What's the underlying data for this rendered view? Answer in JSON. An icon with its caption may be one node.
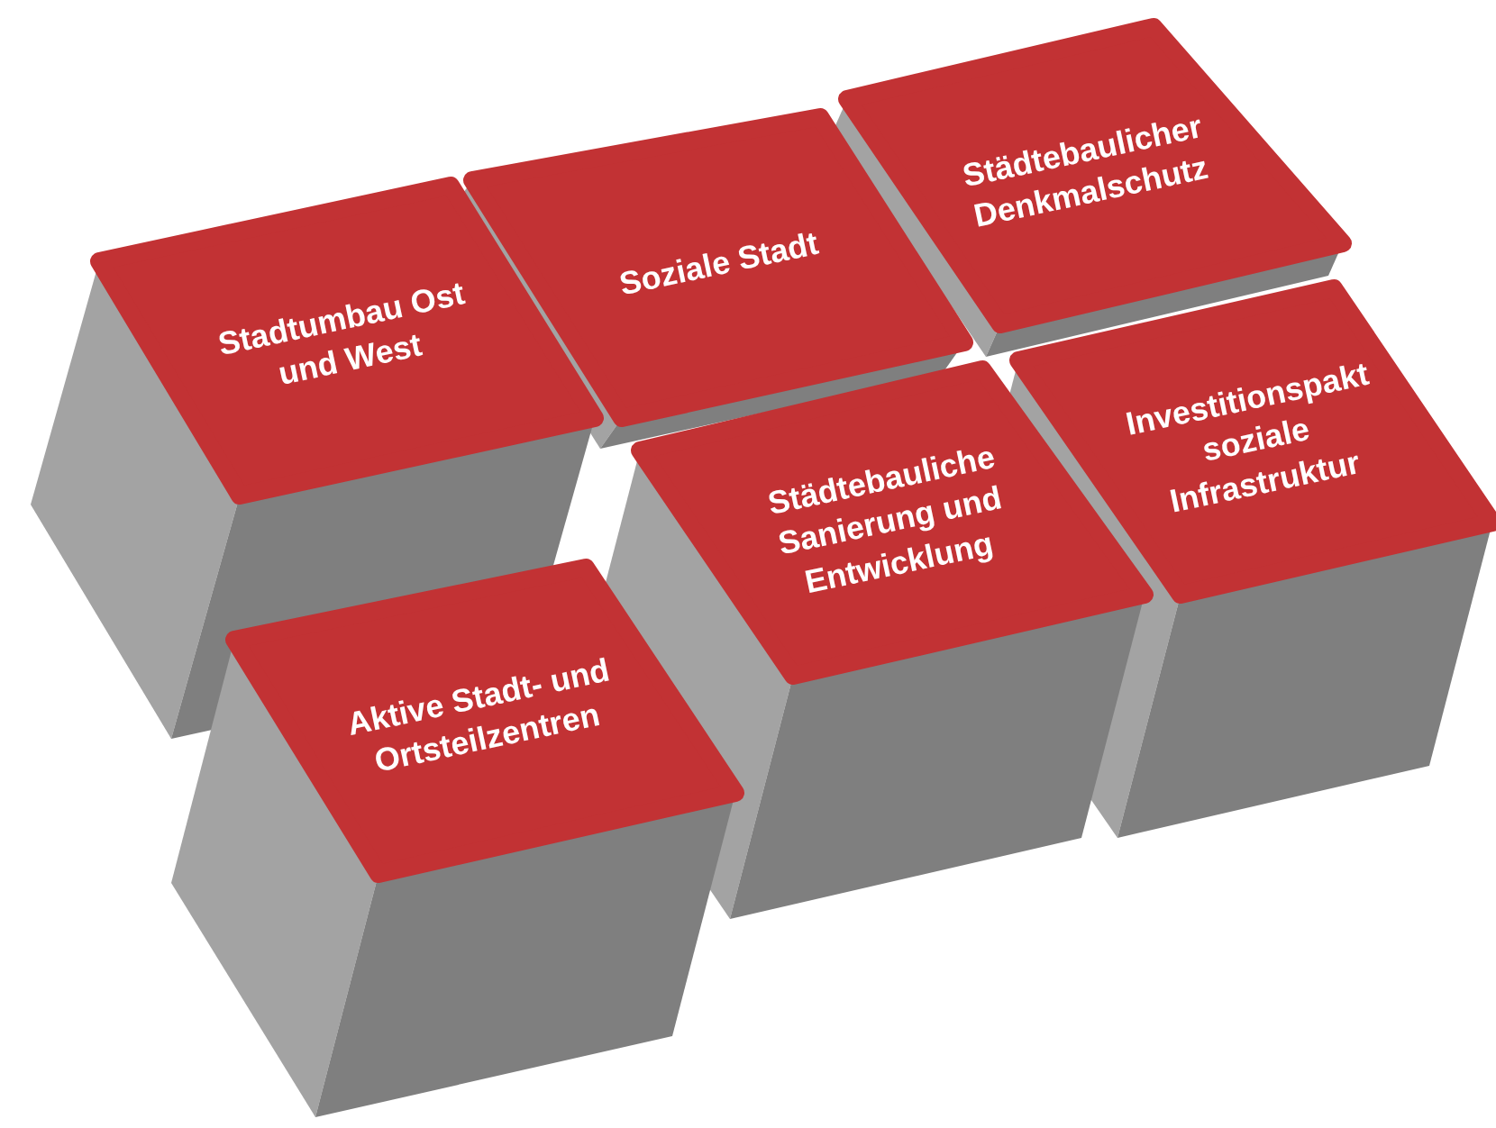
{
  "diagram": {
    "nodes": [
      {
        "text": [
          "Stadtumbau Ost und West"
        ]
      },
      {
        "text": [
          "Soziale Stadt"
        ]
      },
      {
        "text": [
          "Städtebaulicher Denkmalschutz"
        ]
      },
      {
        "text": [
          "Städtebauliche Sanierung und Entwicklung"
        ]
      },
      {
        "text": [
          "Investitionspakt soziale Infrastruktur"
        ]
      },
      {
        "text": [
          "Aktive Stadt- und Ortsteilzentren"
        ]
      }
    ]
  }
}
